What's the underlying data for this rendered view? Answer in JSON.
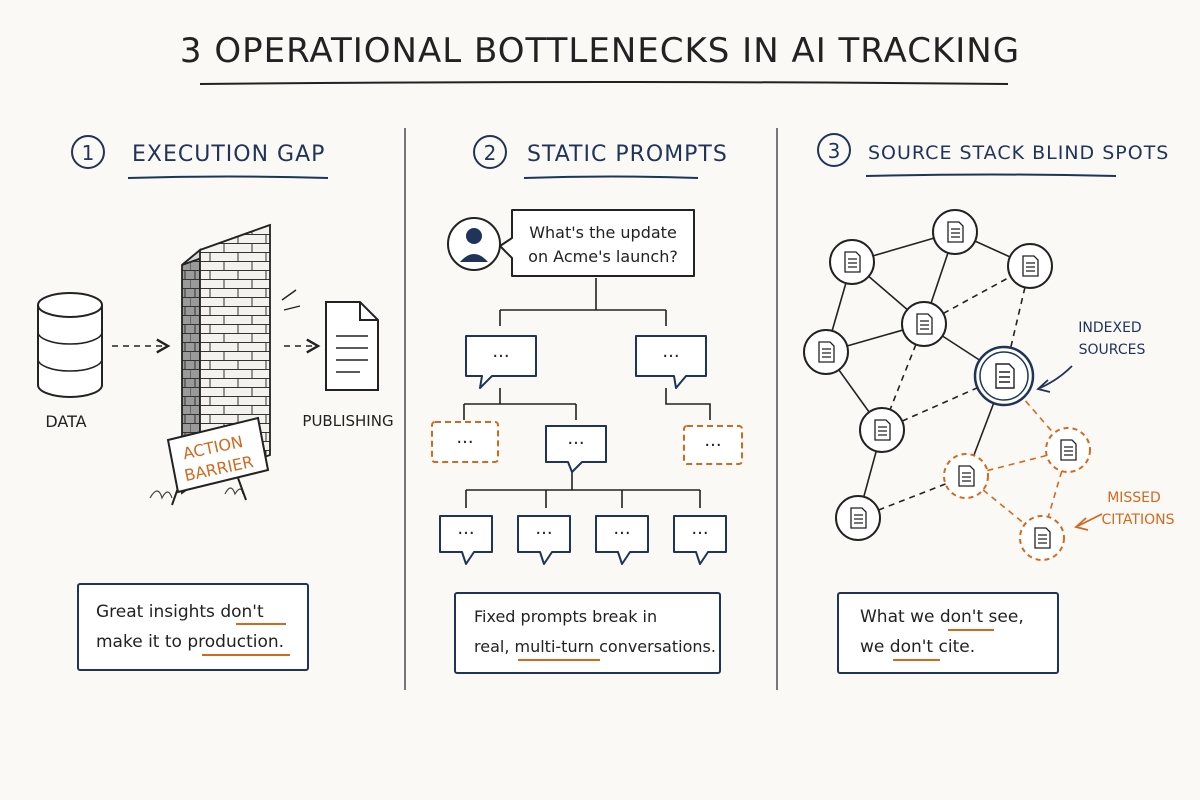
{
  "title": "3 OPERATIONAL BOTTLENECKS IN AI TRACKING",
  "panels": [
    {
      "number": "1",
      "heading": "EXECUTION GAP",
      "labels": {
        "data": "DATA",
        "publishing": "PUBLISHING",
        "sign_line1": "ACTION",
        "sign_line2": "BARRIER"
      },
      "caption": {
        "line1_a": "Great insights ",
        "line1_b": "don't",
        "line2_a": "make it to ",
        "line2_b": "production."
      }
    },
    {
      "number": "2",
      "heading": "STATIC PROMPTS",
      "prompt_line1": "What's the update",
      "prompt_line2": "on Acme's launch?",
      "bubble_text": "···",
      "caption": {
        "line1": "Fixed prompts break in",
        "line2_a": "real, ",
        "line2_b": "multi-turn",
        "line2_c": " conversations."
      }
    },
    {
      "number": "3",
      "heading": "SOURCE STACK BLIND SPOTS",
      "labels": {
        "indexed_line1": "INDEXED",
        "indexed_line2": "SOURCES",
        "missed_line1": "MISSED",
        "missed_line2": "CITATIONS"
      },
      "caption": {
        "line1_a": "What we ",
        "line1_b": "don't",
        "line1_c": " see,",
        "line2_a": "we ",
        "line2_b": "don't",
        "line2_c": " cite."
      }
    }
  ],
  "colors": {
    "ink": "#222222",
    "navy": "#1f3458",
    "orange": "#d2691e",
    "paper": "#faf9f5"
  },
  "icons": [
    "database-icon",
    "document-icon",
    "brick-wall-icon",
    "user-avatar-icon",
    "speech-bubble-icon",
    "network-node-icon"
  ]
}
